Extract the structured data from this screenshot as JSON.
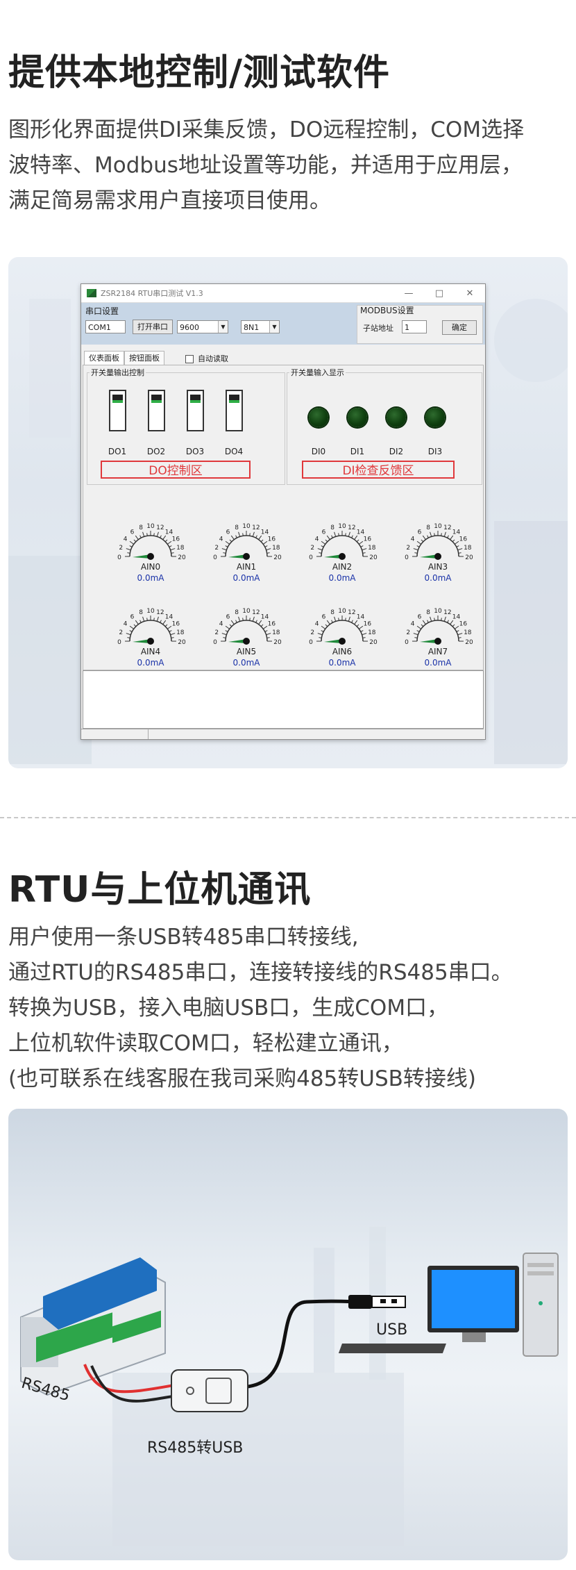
{
  "section1": {
    "title": "提供本地控制/测试软件",
    "lines": [
      "图形化界面提供DI采集反馈，DO远程控制，COM选择",
      "波特率、Modbus地址设置等功能，并适用于应用层，",
      "满足简易需求用户直接项目使用。"
    ]
  },
  "app": {
    "window_title": "ZSR2184 RTU串口测试 V1.3",
    "serial_group": "串口设置",
    "com_value": "COM1",
    "open_port_label": "打开串口",
    "baud_value": "9600",
    "format_value": "8N1",
    "modbus_group": "MODBUS设置",
    "slave_label": "子站地址",
    "slave_value": "1",
    "confirm_label": "确定",
    "tabs": [
      "仪表面板",
      "按钮面板"
    ],
    "auto_read_label": "自动读取",
    "do_group": "开关量输出控制",
    "di_group": "开关量输入显示",
    "do_labels": [
      "DO1",
      "DO2",
      "DO3",
      "DO4"
    ],
    "di_labels": [
      "DI0",
      "DI1",
      "DI2",
      "DI3"
    ],
    "do_zone_label": "DO控制区",
    "di_zone_label": "DI检查反馈区",
    "gauge_ticks": [
      "0",
      "2",
      "4",
      "6",
      "8",
      "10",
      "12",
      "14",
      "16",
      "18",
      "20"
    ],
    "gauges": [
      {
        "name": "AIN0",
        "value": "0.0mA"
      },
      {
        "name": "AIN1",
        "value": "0.0mA"
      },
      {
        "name": "AIN2",
        "value": "0.0mA"
      },
      {
        "name": "AIN3",
        "value": "0.0mA"
      },
      {
        "name": "AIN4",
        "value": "0.0mA"
      },
      {
        "name": "AIN5",
        "value": "0.0mA"
      },
      {
        "name": "AIN6",
        "value": "0.0mA"
      },
      {
        "name": "AIN7",
        "value": "0.0mA"
      }
    ],
    "window_controls": {
      "minimize": "—",
      "maximize": "□",
      "close": "✕"
    },
    "colors": {
      "accent_red": "#e0383b",
      "value_blue": "#1a32a8",
      "led_green": "#0f3f0f"
    }
  },
  "section2": {
    "title": "RTU与上位机通讯",
    "lines": [
      "用户使用一条USB转485串口转接线,",
      "通过RTU的RS485串口，连接转接线的RS485串口。",
      "转换为USB，接入电脑USB口，生成COM口，",
      "上位机软件读取COM口，轻松建立通讯，",
      "(也可联系在线客服在我司采购485转USB转接线)"
    ]
  },
  "diagram": {
    "rs485_label": "RS485",
    "usb_label": "USB",
    "converter_label": "RS485转USB"
  }
}
